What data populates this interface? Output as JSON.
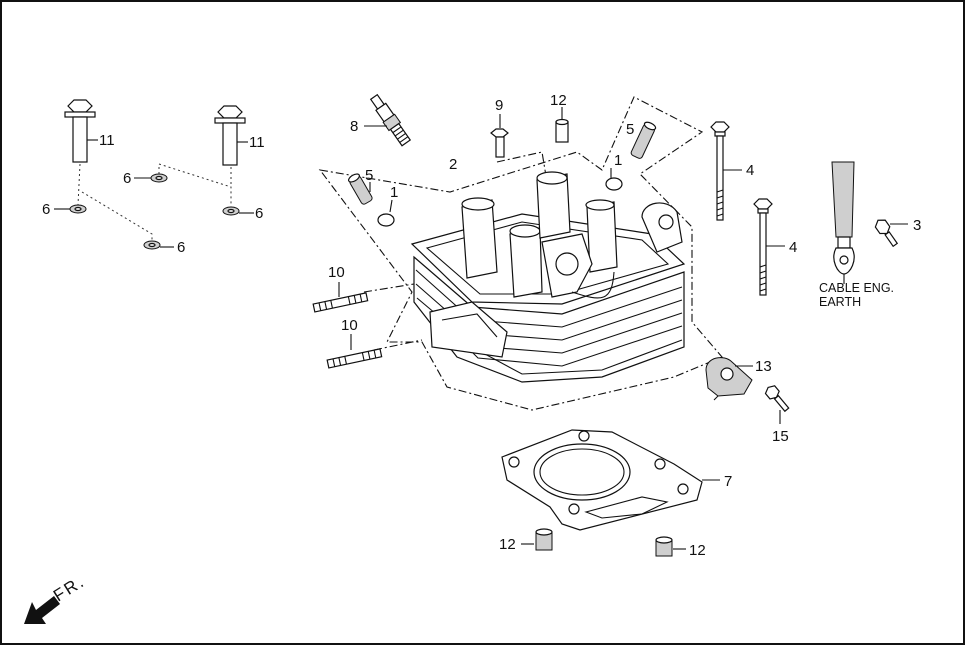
{
  "labels": {
    "p1a": "1",
    "p1b": "1",
    "p2": "2",
    "p3": "3",
    "p4a": "4",
    "p4b": "4",
    "p5a": "5",
    "p5b": "5",
    "p6a": "6",
    "p6b": "6",
    "p6c": "6",
    "p6d": "6",
    "p7": "7",
    "p8": "8",
    "p9": "9",
    "p10a": "10",
    "p10b": "10",
    "p11a": "11",
    "p11b": "11",
    "p12a": "12",
    "p12b": "12",
    "p12c": "12",
    "p13": "13",
    "p15": "15"
  },
  "cable_label_line1": "CABLE ENG.",
  "cable_label_line2": "EARTH",
  "direction_label": "FR.",
  "direction_icon": "arrow-down-left-icon"
}
